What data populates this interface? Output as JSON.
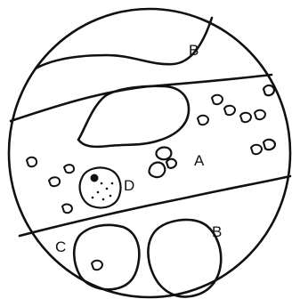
{
  "labels": {
    "a": "A",
    "b_top": "B",
    "b_bottom": "B",
    "c": "C",
    "d": "D"
  }
}
